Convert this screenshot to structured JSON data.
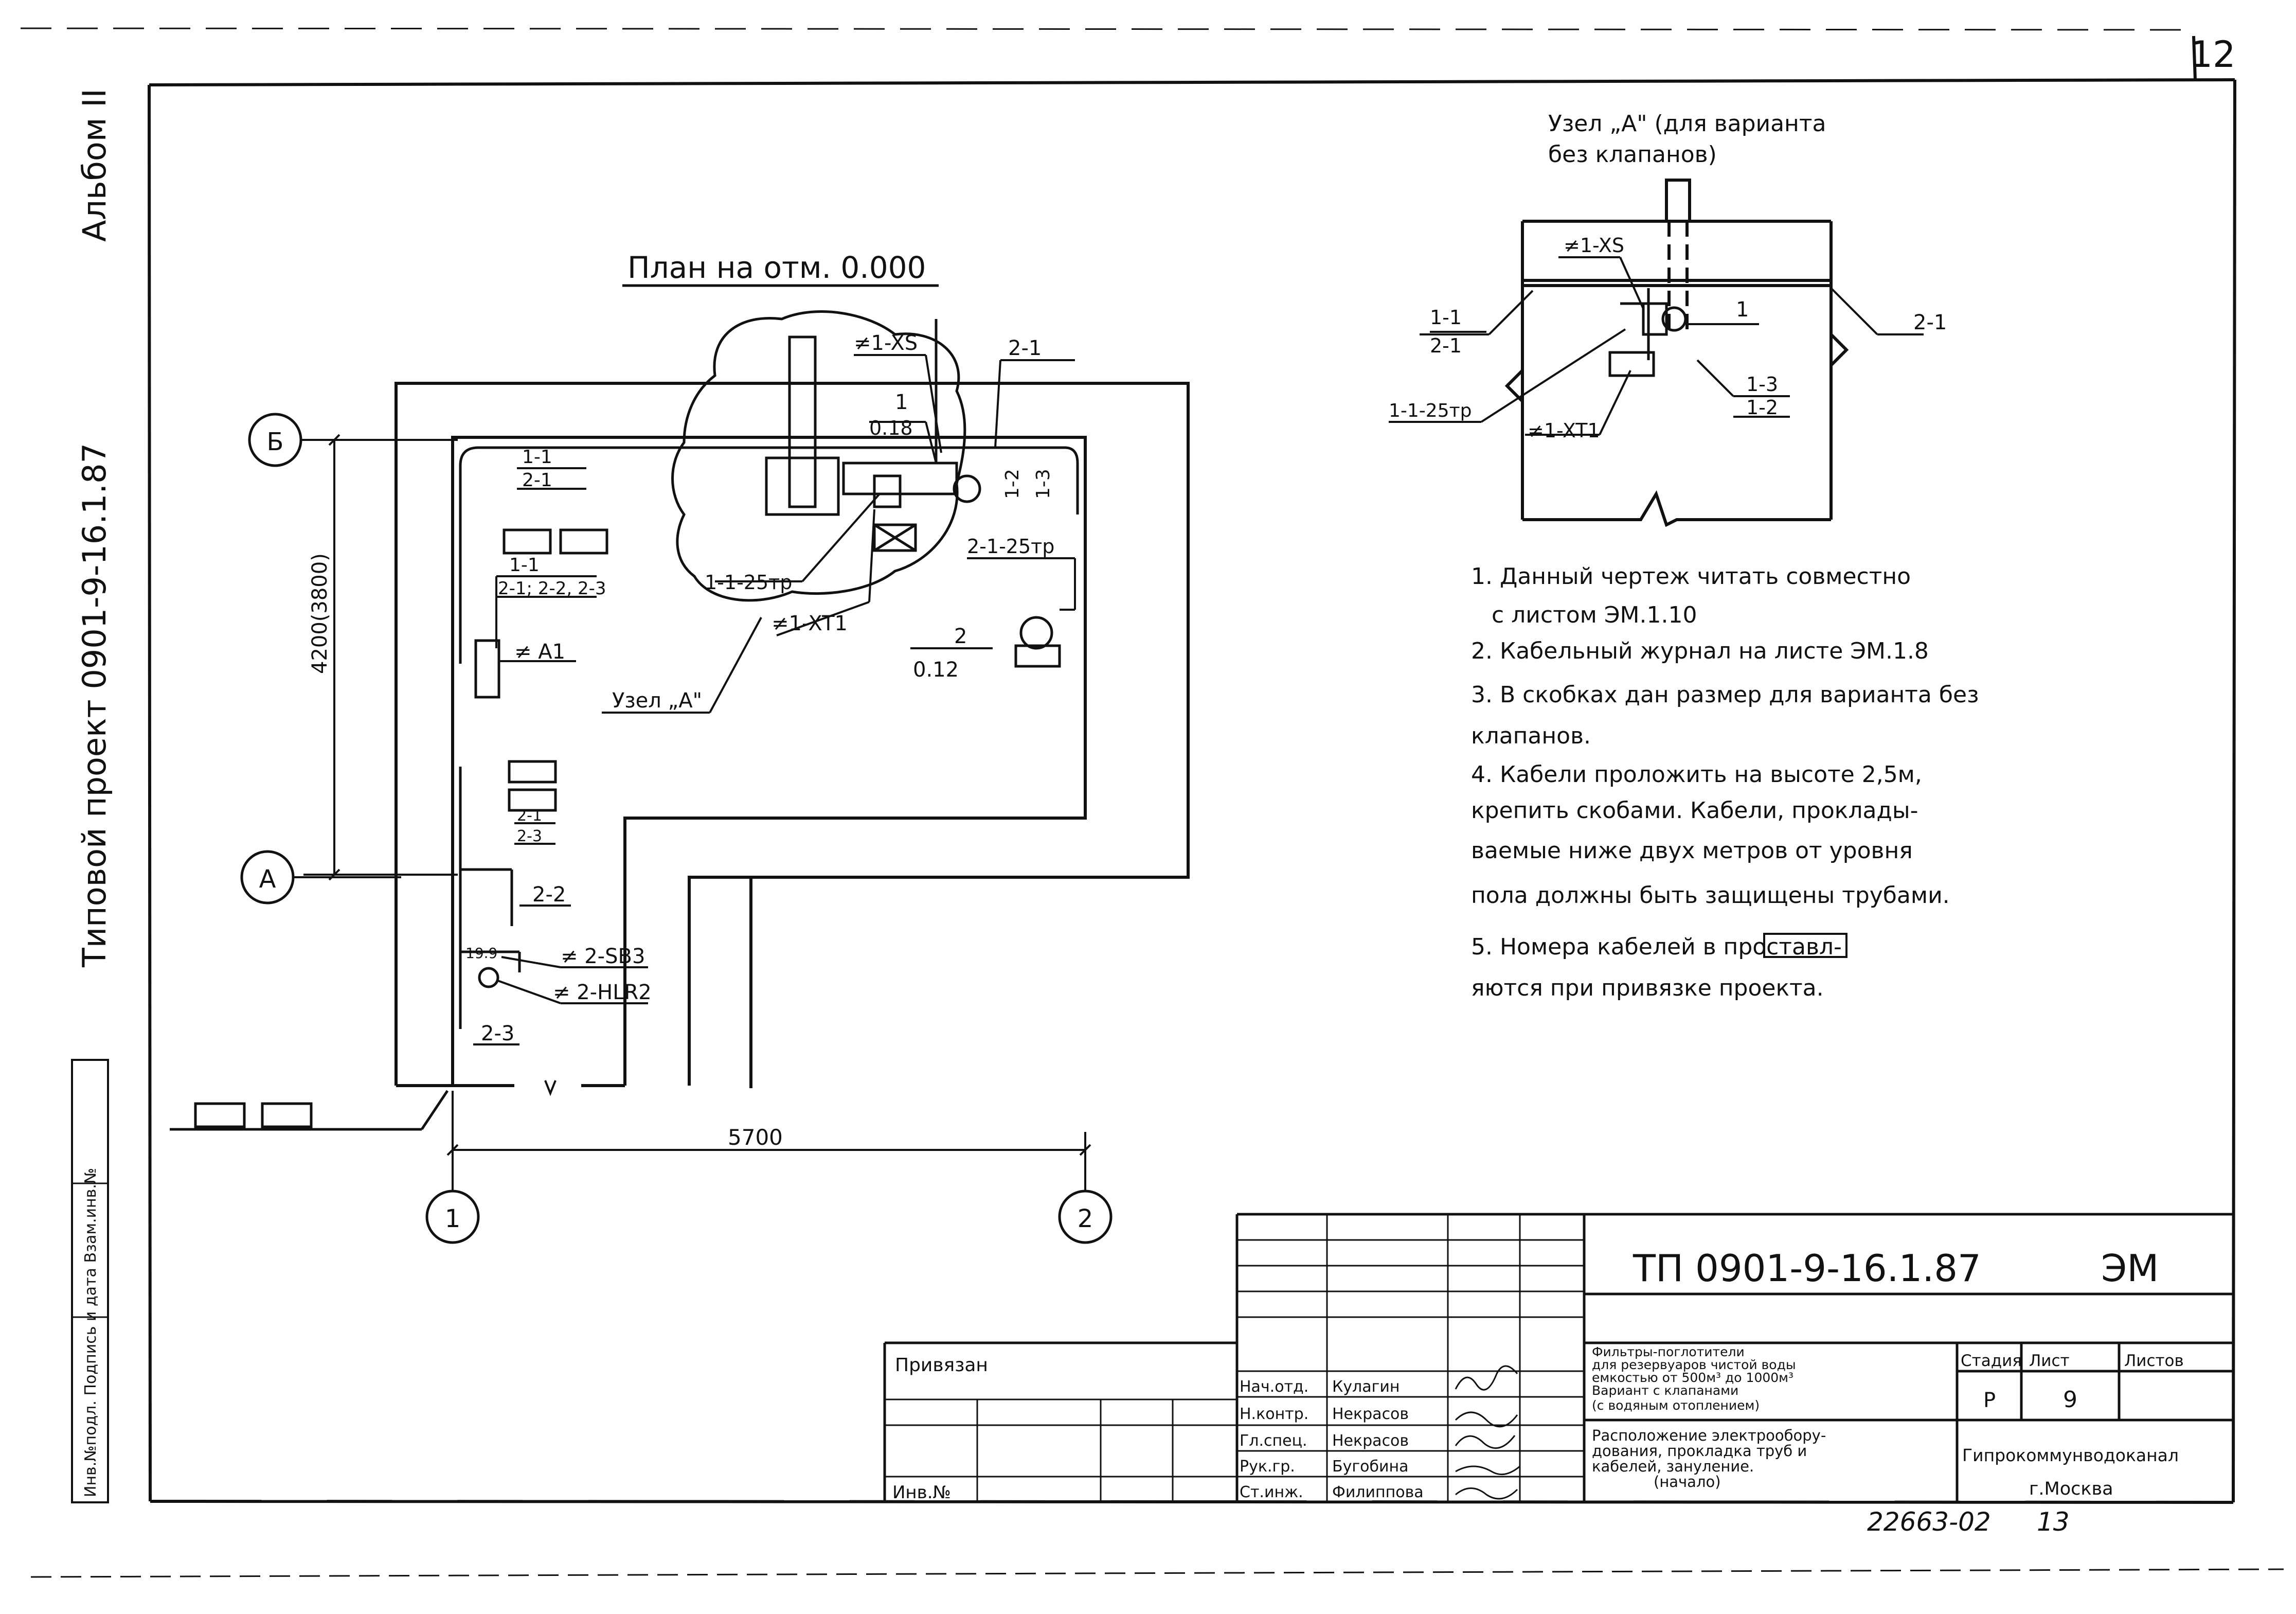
{
  "sheet_corner_number": "12",
  "side_strip": {
    "album": "Альбом II",
    "project": "Типовой проект 0901-9-16.1.87",
    "inv_fields": "Инв.№подл. Подпись и дата Взам.инв.№"
  },
  "plan": {
    "title": "План на отм. 0.000",
    "axes": {
      "b": "Б",
      "a": "А",
      "one": "1",
      "two": "2"
    },
    "dim_vertical": "4200(3800)",
    "dim_horizontal": "5700",
    "labels": {
      "xs_top": "≠1-XS",
      "cable_2_1_top": "2-1",
      "mark_1": "1",
      "mark_018": "0.18",
      "vert_1_2": "1-2",
      "vert_1_3": "1-3",
      "tp_1_1_25": "1-1-25тр",
      "tp_2_1_25": "2-1-25тр",
      "xt1": "≠1-XT1",
      "mark_2": "2",
      "mark_012": "0.12",
      "node_a": "Узел „А\"",
      "pair1_top": "1-1",
      "pair1_bottom": "2-1",
      "pair2_top": "1-1",
      "pair2_bottom": "2-1; 2-2, 2-3",
      "a1": "≠ А1",
      "stack_1": "2-1",
      "stack_2": "2-3",
      "cable_2_2": "2-2",
      "value_19_9": "19.9",
      "sb3": "≠ 2-SB3",
      "hlr2": "≠ 2-HLR2",
      "cable_2_3": "2-3"
    }
  },
  "node_a_detail": {
    "title_line1": "Узел „А\" (для варианта",
    "title_line2": "без клапанов)",
    "xs": "≠1-XS",
    "left_top": "1-1",
    "left_bottom": "2-1",
    "mark_1": "1",
    "right_2_1": "2-1",
    "tp": "1-1-25тр",
    "xt1": "≠1-XT1",
    "r_1_3": "1-3",
    "r_1_2": "1-2"
  },
  "notes": [
    "1. Данный чертеж читать совместно",
    "с листом ЭМ.1.10",
    "2. Кабельный журнал на листе ЭМ.1.8",
    "3. В скобках дан размер для варианта без",
    "клапанов.",
    "4. Кабели проложить на высоте 2,5м,",
    "крепить скобами. Кабели, проклады-",
    "ваемые ниже двух метров от уровня",
    "пола должны быть защищены трубами.",
    "5. Номера кабелей в       проставл-",
    "яются при привязке проекта."
  ],
  "title_block": {
    "code": "ТП 0901-9-16.1.87",
    "mark": "ЭМ",
    "bound_label": "Привязан",
    "inv_label": "Инв.№",
    "staff": [
      {
        "role": "Нач.отд.",
        "name": "Кулагин"
      },
      {
        "role": "Н.контр.",
        "name": "Некрасов"
      },
      {
        "role": "Гл.спец.",
        "name": "Некрасов"
      },
      {
        "role": "Рук.гр.",
        "name": "Бугобина"
      },
      {
        "role": "Ст.инж.",
        "name": "Филиппова"
      }
    ],
    "description": [
      "Фильтры-поглотители",
      "для резервуаров чистой воды",
      "емкостью от 500м³ до 1000м³",
      "Вариант с клапанами",
      "(с водяным отоплением)"
    ],
    "sheet_title": [
      "Расположение электрообору-",
      "дования, прокладка труб и",
      "кабелей, зануление.",
      "(начало)"
    ],
    "stage_header": "Стадия",
    "sheet_header": "Лист",
    "sheets_header": "Листов",
    "stage": "Р",
    "sheet": "9",
    "org_line1": "Гипрокоммунводоканал",
    "org_line2": "г.Москва",
    "archive_number": "22663-02",
    "archive_page": "13"
  }
}
